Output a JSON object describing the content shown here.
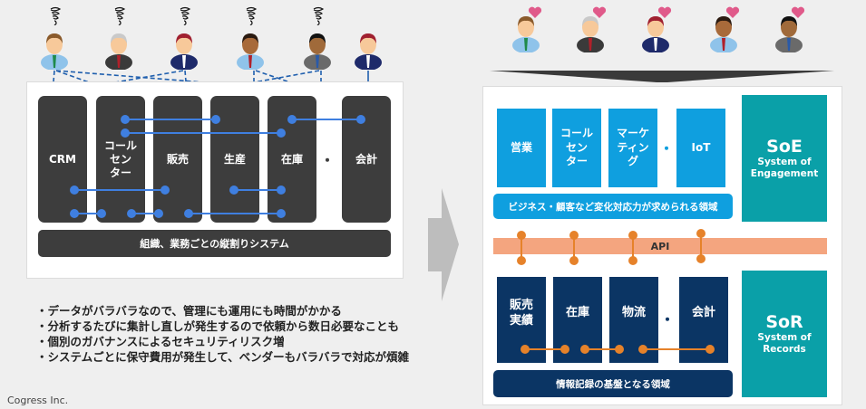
{
  "left": {
    "systems": [
      {
        "label": "CRM"
      },
      {
        "label": "コール\nセン\nター"
      },
      {
        "label": "販売"
      },
      {
        "label": "生産"
      },
      {
        "label": "在庫"
      },
      {
        "label": "会計"
      }
    ],
    "ellipsis": "・・",
    "bottom_bar": "組織、業務ごとの縦割りシステム",
    "bullets": [
      "・データがバラバラなので、管理にも運用にも時間がかかる",
      "・分析するたびに集計し直しが発生するので依頼から数日必要なことも",
      "・個別のガバナンスによるセキュリティリスク増",
      "・システムごとに保守費用が発生して、ベンダーもバラバラで対応が煩雑"
    ],
    "people": [
      {
        "icon": "stressed-person-icon",
        "variant": "man-green-tie"
      },
      {
        "icon": "stressed-person-icon",
        "variant": "gray-hair-man"
      },
      {
        "icon": "stressed-person-icon",
        "variant": "woman-red-hair"
      },
      {
        "icon": "stressed-person-icon",
        "variant": "dark-skin-man-red-tie"
      },
      {
        "icon": "stressed-person-icon",
        "variant": "dark-skin-man-gray-suit"
      },
      {
        "icon": "person-icon",
        "variant": "woman-red-hair"
      }
    ]
  },
  "right": {
    "soe_systems": [
      {
        "label": "営業"
      },
      {
        "label": "コール\nセン\nター"
      },
      {
        "label": "マーケ\nティン\nグ"
      },
      {
        "label": "IoT"
      }
    ],
    "soe_ellipsis": "・・",
    "soe_bar": "ビジネス・顧客など変化対応力が求められる領域",
    "soe_badge": {
      "title": "SoE",
      "subtitle": "System of\nEngagement"
    },
    "api_label": "API",
    "sor_systems": [
      {
        "label": "販売\n実績"
      },
      {
        "label": "在庫"
      },
      {
        "label": "物流"
      },
      {
        "label": "会計"
      }
    ],
    "sor_ellipsis": "・・",
    "sor_bar": "情報記録の基盤となる領域",
    "sor_badge": {
      "title": "SoR",
      "subtitle": "System of\nRecords"
    },
    "people": [
      {
        "icon": "happy-person-icon",
        "variant": "man-green-tie"
      },
      {
        "icon": "happy-person-icon",
        "variant": "gray-hair-man"
      },
      {
        "icon": "happy-person-icon",
        "variant": "woman-red-hair"
      },
      {
        "icon": "happy-person-icon",
        "variant": "dark-skin-man-red-tie"
      },
      {
        "icon": "happy-person-icon",
        "variant": "dark-skin-man-gray-suit"
      }
    ]
  },
  "footer": "Cogress Inc.",
  "colors": {
    "dark_system": "#3d3d3d",
    "link_blue": "#3f7fe0",
    "soe_blue": "#0f9fdf",
    "sor_navy": "#0b3564",
    "teal": "#0aa0a8",
    "api_orange": "#f4a57f",
    "connector_orange": "#e6822a",
    "heart_pink": "#e05a8a"
  }
}
